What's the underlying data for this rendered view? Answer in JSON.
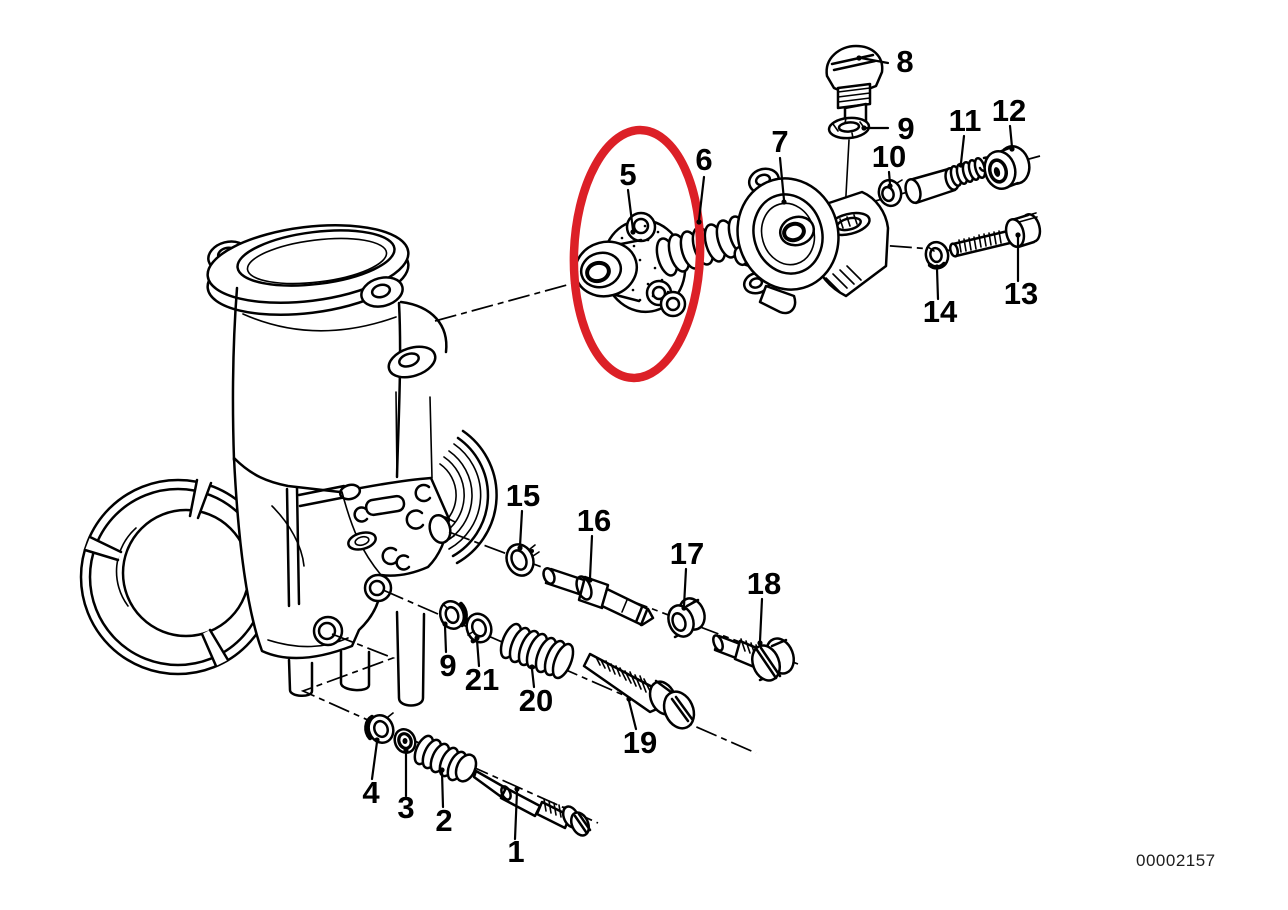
{
  "diagram": {
    "watermark": "00002157",
    "colors": {
      "line": "#000000",
      "background": "#ffffff",
      "highlight": "#dc2027"
    },
    "highlight": {
      "shape": "ellipse",
      "around_label": "5",
      "color": "#dc2027"
    },
    "labels": {
      "l1": "1",
      "l2": "2",
      "l3": "3",
      "l4": "4",
      "l5": "5",
      "l6": "6",
      "l7": "7",
      "l8": "8",
      "l9_top": "9",
      "l9_bottom": "9",
      "l10": "10",
      "l11": "11",
      "l12": "12",
      "l13": "13",
      "l14": "14",
      "l15": "15",
      "l16": "16",
      "l17": "17",
      "l18": "18",
      "l19": "19",
      "l20": "20",
      "l21": "21"
    }
  }
}
